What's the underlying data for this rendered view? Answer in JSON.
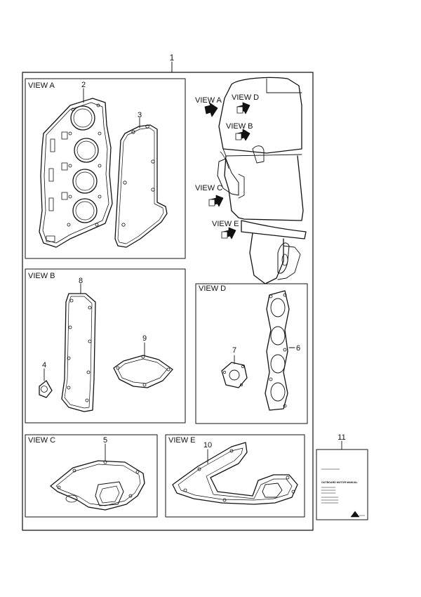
{
  "diagram": {
    "views": {
      "a": {
        "title": "VIEW A"
      },
      "b": {
        "title": "VIEW B"
      },
      "c": {
        "title": "VIEW C"
      },
      "d": {
        "title": "VIEW D"
      },
      "e": {
        "title": "VIEW E"
      }
    },
    "engine_callouts": {
      "a": "VIEW A",
      "b": "VIEW B",
      "c": "VIEW C",
      "d": "VIEW D",
      "e": "VIEW E"
    },
    "part_numbers": {
      "p1": "1",
      "p2": "2",
      "p3": "3",
      "p4": "4",
      "p5": "5",
      "p6": "6",
      "p7": "7",
      "p8": "8",
      "p9": "9",
      "p10": "10",
      "p11": "11"
    },
    "manual": {
      "title": "OUTBOARD MOTOR MANUAL"
    }
  }
}
